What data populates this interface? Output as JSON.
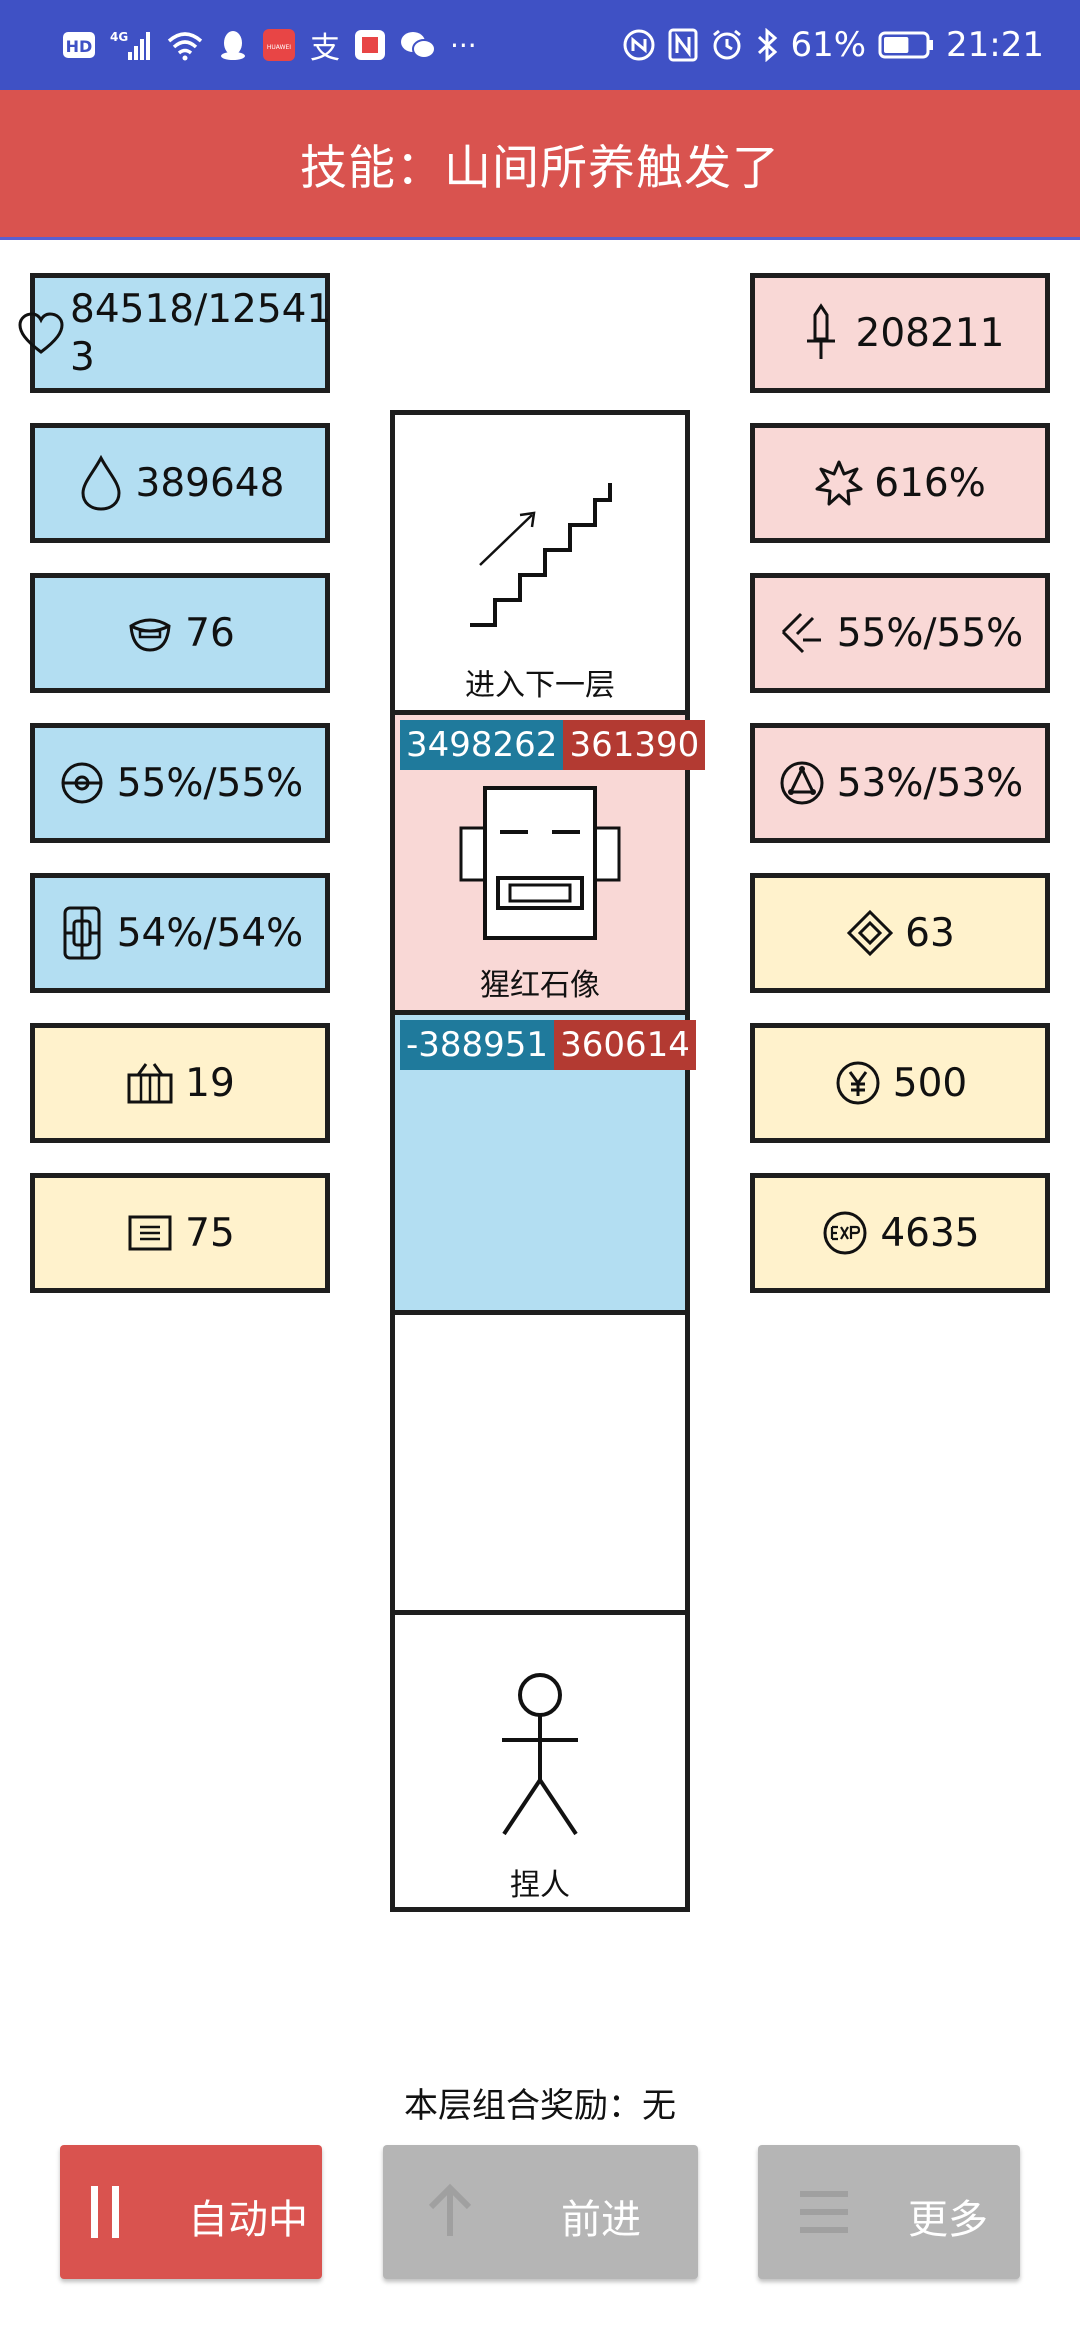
{
  "status_bar": {
    "left_icons": [
      "hd-icon",
      "signal-4g-icon",
      "wifi-icon",
      "qq-icon",
      "huawei-app-icon",
      "alipay-icon",
      "book-app-icon",
      "wechat-icon",
      "more-dots-icon"
    ],
    "hd": "HD",
    "network": "4G",
    "huawei": "HUAWEI",
    "alipay": "支",
    "more": "···",
    "right_icons": [
      "nfc-icon",
      "n-mark-icon",
      "alarm-icon",
      "bluetooth-icon",
      "battery-icon"
    ],
    "battery_percent": "61%",
    "battery_level": 0.61,
    "time": "21:21"
  },
  "header": {
    "title": "技能：山间所养触发了"
  },
  "left_stats": [
    {
      "icon": "heart-icon",
      "value": "84518/125413",
      "color": "blue"
    },
    {
      "icon": "water-drop-icon",
      "value": "389648",
      "color": "blue"
    },
    {
      "icon": "helmet-icon",
      "value": "76",
      "color": "blue"
    },
    {
      "icon": "shield-ring-icon",
      "value": "55%/55%",
      "color": "blue"
    },
    {
      "icon": "armor-icon",
      "value": "54%/54%",
      "color": "blue"
    },
    {
      "icon": "basket-icon",
      "value": "19",
      "color": "yellow"
    },
    {
      "icon": "scroll-icon",
      "value": "75",
      "color": "yellow"
    }
  ],
  "right_stats": [
    {
      "icon": "sword-icon",
      "value": "208211",
      "color": "pink"
    },
    {
      "icon": "burst-icon",
      "value": "616%",
      "color": "pink"
    },
    {
      "icon": "slash-icon",
      "value": "55%/55%",
      "color": "pink"
    },
    {
      "icon": "triangle-nodes-icon",
      "value": "53%/53%",
      "color": "pink"
    },
    {
      "icon": "diamond-icon",
      "value": "63",
      "color": "yellow"
    },
    {
      "icon": "yen-coin-icon",
      "value": "500",
      "color": "yellow"
    },
    {
      "icon": "exp-icon",
      "value": "4635",
      "color": "yellow"
    }
  ],
  "column": {
    "stairs_label": "进入下一层",
    "enemy": {
      "name": "猩红石像",
      "hp": "3498262",
      "attack": "361390",
      "bg": "#f9d8d6"
    },
    "damage": {
      "left": "-388951",
      "right": "360614",
      "bg": "#b3def2"
    },
    "player_label": "捏人"
  },
  "combo_text": "本层组合奖励：无",
  "buttons": {
    "auto": "自动中",
    "forward": "前进",
    "more": "更多"
  },
  "colors": {
    "status_bar": "#3f51c5",
    "title_bar": "#d9534f",
    "blue": "#b3def2",
    "pink": "#f9d8d6",
    "yellow": "#fff2cc",
    "badge_blue": "#1f7a9c",
    "badge_red": "#b33a32",
    "disabled": "#b5b5b5"
  }
}
